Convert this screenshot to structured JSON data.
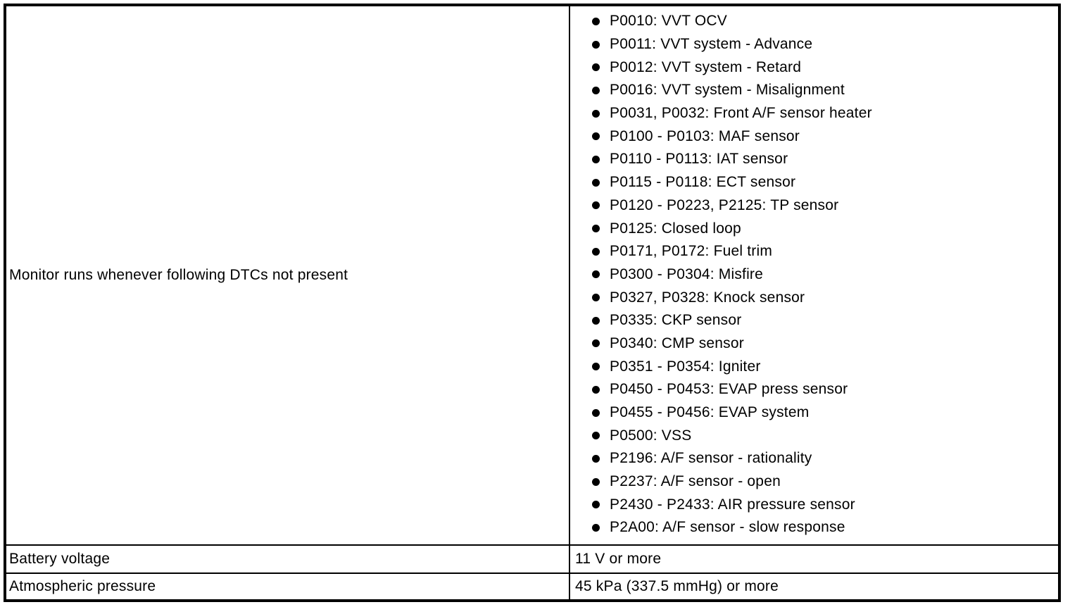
{
  "colors": {
    "background": "#ffffff",
    "text": "#000000",
    "border": "#000000"
  },
  "table": {
    "monitor_row": {
      "label": "Monitor runs whenever following DTCs not present",
      "dtcs": [
        "P0010: VVT OCV",
        "P0011: VVT system - Advance",
        "P0012: VVT system - Retard",
        "P0016: VVT system - Misalignment",
        "P0031, P0032: Front A/F sensor heater",
        "P0100 - P0103: MAF sensor",
        "P0110 - P0113: IAT sensor",
        "P0115 - P0118: ECT sensor",
        "P0120 - P0223, P2125: TP sensor",
        "P0125: Closed loop",
        "P0171, P0172: Fuel trim",
        "P0300 - P0304: Misfire",
        "P0327, P0328: Knock sensor",
        "P0335: CKP sensor",
        "P0340: CMP sensor",
        "P0351 - P0354: Igniter",
        "P0450 - P0453: EVAP press sensor",
        "P0455 - P0456: EVAP system",
        "P0500: VSS",
        "P2196: A/F sensor - rationality",
        "P2237: A/F sensor - open",
        "P2430 - P2433: AIR pressure sensor",
        "P2A00: A/F sensor - slow response"
      ]
    },
    "battery_row": {
      "label": "Battery voltage",
      "value": "11 V or more"
    },
    "pressure_row": {
      "label": "Atmospheric pressure",
      "value": "45 kPa (337.5 mmHg) or more"
    }
  }
}
